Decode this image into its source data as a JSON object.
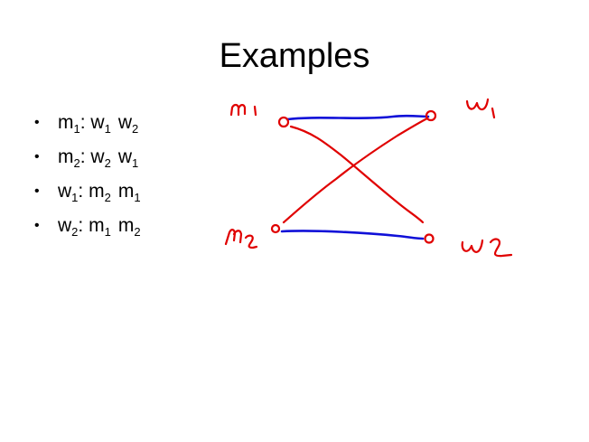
{
  "slide": {
    "title": "Examples"
  },
  "preferences": [
    {
      "person": "m",
      "person_sub": "1",
      "first": "w",
      "first_sub": "1",
      "second": "w",
      "second_sub": "2"
    },
    {
      "person": "m",
      "person_sub": "2",
      "first": "w",
      "first_sub": "2",
      "second": "w",
      "second_sub": "1"
    },
    {
      "person": "w",
      "person_sub": "1",
      "first": "m",
      "first_sub": "2",
      "second": "m",
      "second_sub": "1"
    },
    {
      "person": "w",
      "person_sub": "2",
      "first": "m",
      "first_sub": "1",
      "second": "m",
      "second_sub": "2"
    }
  ],
  "sketch": {
    "handwritten_labels": [
      "m1",
      "m2",
      "w1",
      "w2"
    ],
    "colors": {
      "red_ink": "#e00000",
      "blue_ink": "#1010d8"
    }
  }
}
